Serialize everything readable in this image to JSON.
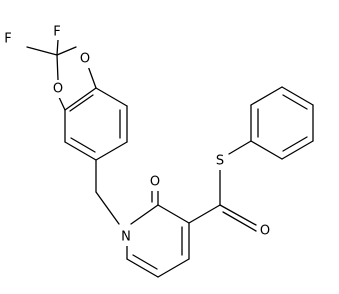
{
  "molecule": {
    "atoms": [
      {
        "id": "F1",
        "label": "F"
      },
      {
        "id": "F2",
        "label": "F"
      },
      {
        "id": "O1",
        "label": "O"
      },
      {
        "id": "O2",
        "label": "O"
      },
      {
        "id": "S",
        "label": "S"
      },
      {
        "id": "O3",
        "label": "O"
      },
      {
        "id": "O4",
        "label": "O"
      },
      {
        "id": "N",
        "label": "N"
      }
    ]
  }
}
